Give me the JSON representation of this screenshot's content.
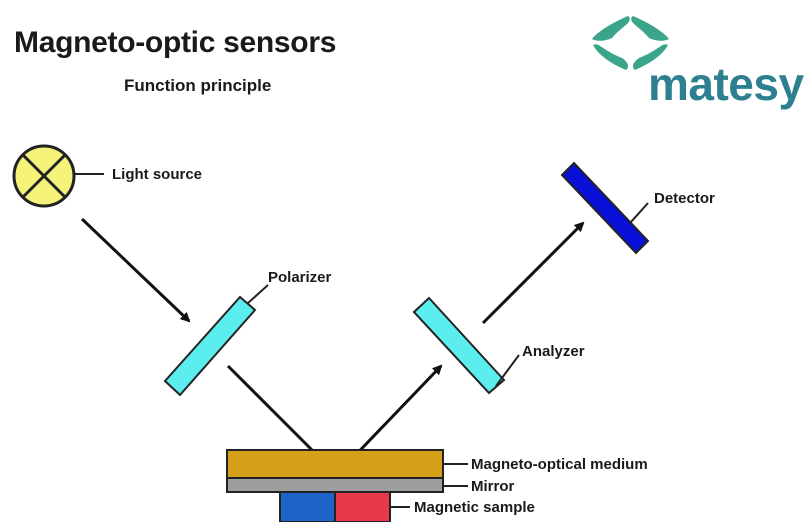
{
  "header": {
    "title": "Magneto-optic sensors",
    "subtitle": "Function principle"
  },
  "logo": {
    "text": "matesy",
    "color": "#2E7F8F",
    "shape_color": "#3AA58A"
  },
  "diagram": {
    "labels": {
      "light_source": "Light source",
      "polarizer": "Polarizer",
      "analyzer": "Analyzer",
      "detector": "Detector",
      "medium": "Magneto-optical medium",
      "mirror": "Mirror",
      "sample": "Magnetic sample"
    },
    "colors": {
      "light_source": "#F5F27A",
      "polarizer": "#5CEEEE",
      "analyzer": "#5CEEEE",
      "detector": "#0A10D8",
      "medium": "#D4A017",
      "mirror": "#9E9E9E",
      "sample_north": "#1E63C8",
      "sample_south": "#E8394A"
    }
  }
}
